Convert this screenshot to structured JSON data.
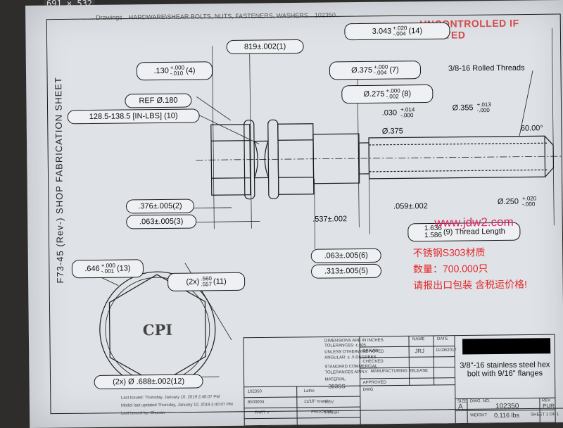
{
  "image_dims": "691 × 532",
  "header_path": "……Drawings…HARDWARE\\SHEAR BOLTS, NUTS, FASTENERS, WASHERS…102350…",
  "uncontrolled": "UNCONTROLLED IF PRINTED",
  "side_label": "F73-45 (Rev-) SHOP FABRICATION SHEET",
  "dims": {
    "overall_len": {
      "main": "3.043",
      "plus": "+.020",
      "minus": "-.004",
      "tag": "(14)"
    },
    "flange_dist": "819±.002(1)",
    "flange_thk": {
      "main": ".130",
      "plus": "+.000",
      "minus": "-.010",
      "tag": "(4)"
    },
    "shank_dia": {
      "main": "Ø.375",
      "plus": "+.000",
      "minus": "-.004",
      "tag": "(7)"
    },
    "rolled": "3/8-16 Rolled Threads",
    "ref_dia": "REF Ø.180",
    "torque": "128.5-138.5 [IN-LBS] (10)",
    "neck_dia": {
      "main": "Ø.275",
      "plus": "+.000",
      "minus": "-.002",
      "tag": "(8)"
    },
    "groove": {
      "main": ".030",
      "plus": "+.014",
      "minus": "-.000"
    },
    "groove_dia": "Ø.375",
    "thread_dia": {
      "main": "Ø.355",
      "plus": "+.013",
      "minus": "-.000"
    },
    "chamfer_angle": "60.00°",
    "hex_w": ".376±.005(2)",
    "hex_gap": ".063±.005(3)",
    "shank_len": ".537±.002",
    "shoulder": ".059±.002",
    "tip_dia": {
      "main": "Ø.250",
      "plus": "+.020",
      "minus": "-.000"
    },
    "thread_len": {
      "upper": "1.636",
      "lower": "1.586",
      "tag": "(9) Thread Length"
    },
    "across_flats": {
      "main": ".646",
      "plus": "+.000",
      "minus": "-.001",
      "tag": "(13)"
    },
    "dim6": ".063±.005(6)",
    "dim5": ".313±.005(5)",
    "hex_corners": {
      "prefix": "(2x)",
      "upper": ".560",
      "lower": ".557",
      "tag": "(11)"
    },
    "flange_dia": "(2x) Ø .688±.002(12)"
  },
  "logo": "CPI",
  "watermark": "www.jdw2.com",
  "chinese": {
    "line1": "不锈钢S303材质",
    "line2": "数量：700.000只",
    "line3": "请报出口包装  含税运价格!"
  },
  "title_block": {
    "dimensions_in": "DIMENSIONS ARE IN INCHES",
    "tolerances": "TOLERANCES: ±.005",
    "unless": "UNLESS OTHERWISE NOTED",
    "angular": "ANGULAR: ± .5 DEGREES",
    "standard": "STANDARD COMMERCIAL",
    "tol_apply": "TOLERANCES APPLY",
    "material_lbl": "MATERIAL",
    "material": "303SS",
    "drawn_lbl": "DRAWN",
    "drawn_by": "JRJ",
    "drawn_date": "11/28/2017",
    "checked_lbl": "CHECKED",
    "mfg_lbl": "MANUFACTURING RELEASE",
    "approved_lbl": "APPROVED",
    "name_lbl": "NAME",
    "date_lbl": "DATE",
    "dwg_lbl": "DWG",
    "title": "3/8\"-16 stainless steel hex bolt with 9/16\" flanges",
    "size_lbl": "SIZE",
    "size": "A",
    "dwgno_lbl": "DWG. NO.",
    "dwgno": "102350",
    "rev_lbl": "REV",
    "rev": "PUR",
    "weight_lbl": "WEIGHT",
    "weight": "0.116 lbs",
    "sheet_lbl": "SHEET 1 OF 1",
    "part1": "102350",
    "part2": "Lathe",
    "part3": "8500004",
    "part4": "11/16\" round",
    "part5": "PART #",
    "part6": "PROCESS",
    "part7": "REV",
    "part8": "FINISH",
    "last_issued": "Last Issued: Thursday, January 10, 2019 2:40:07 PM",
    "model_updated": "Model last updated Thursday, January 10, 2019 2:40:07 PM",
    "last_issued_by": "Last issued by: Bhuvan"
  }
}
